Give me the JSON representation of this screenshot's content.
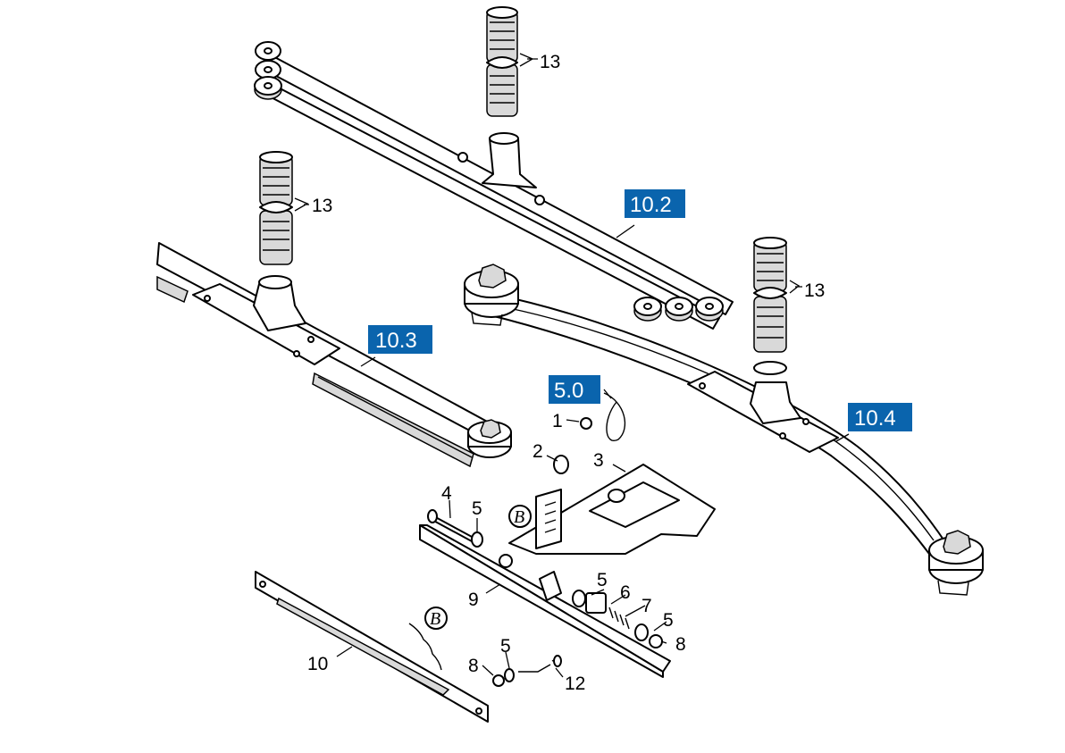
{
  "diagram": {
    "callouts": [
      "10.2",
      "10.3",
      "10.4",
      "5.0"
    ],
    "part_numbers": {
      "p1": "1",
      "p2": "2",
      "p3": "3",
      "p4": "4",
      "p5a": "5",
      "p5b": "5",
      "p5c": "5",
      "p5d": "5",
      "p6": "6",
      "p7": "7",
      "p8a": "8",
      "p8b": "8",
      "p9": "9",
      "p10": "10",
      "p12": "12",
      "p13a": "13",
      "p13b": "13",
      "p13c": "13"
    },
    "reference_letter": "B",
    "colors": {
      "callout_fill": "#0a64ad",
      "callout_text": "#ffffff",
      "line": "#000000"
    }
  }
}
